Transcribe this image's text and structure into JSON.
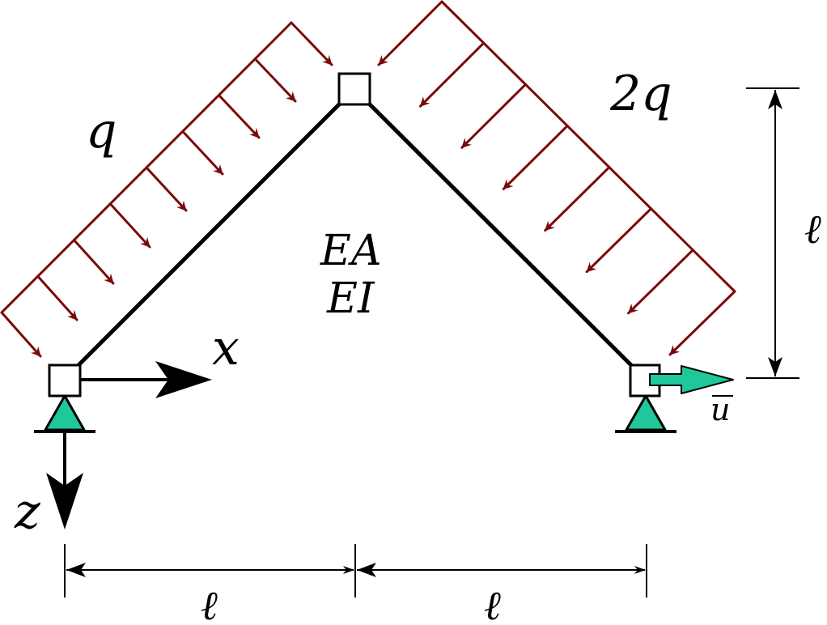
{
  "labels": {
    "load_left": "q",
    "load_right": "2q",
    "axial_stiffness": "EA",
    "bending_stiffness": "EI",
    "axis_x": "x",
    "axis_z": "z",
    "span_left": "ℓ",
    "span_right": "ℓ",
    "height": "ℓ",
    "prescribed_displacement": "u"
  },
  "colors": {
    "member": "#000000",
    "load": "#7a0a0a",
    "support": "#1fc79a",
    "prescribed_arrow": "#1fc79a",
    "dimension": "#000000"
  }
}
